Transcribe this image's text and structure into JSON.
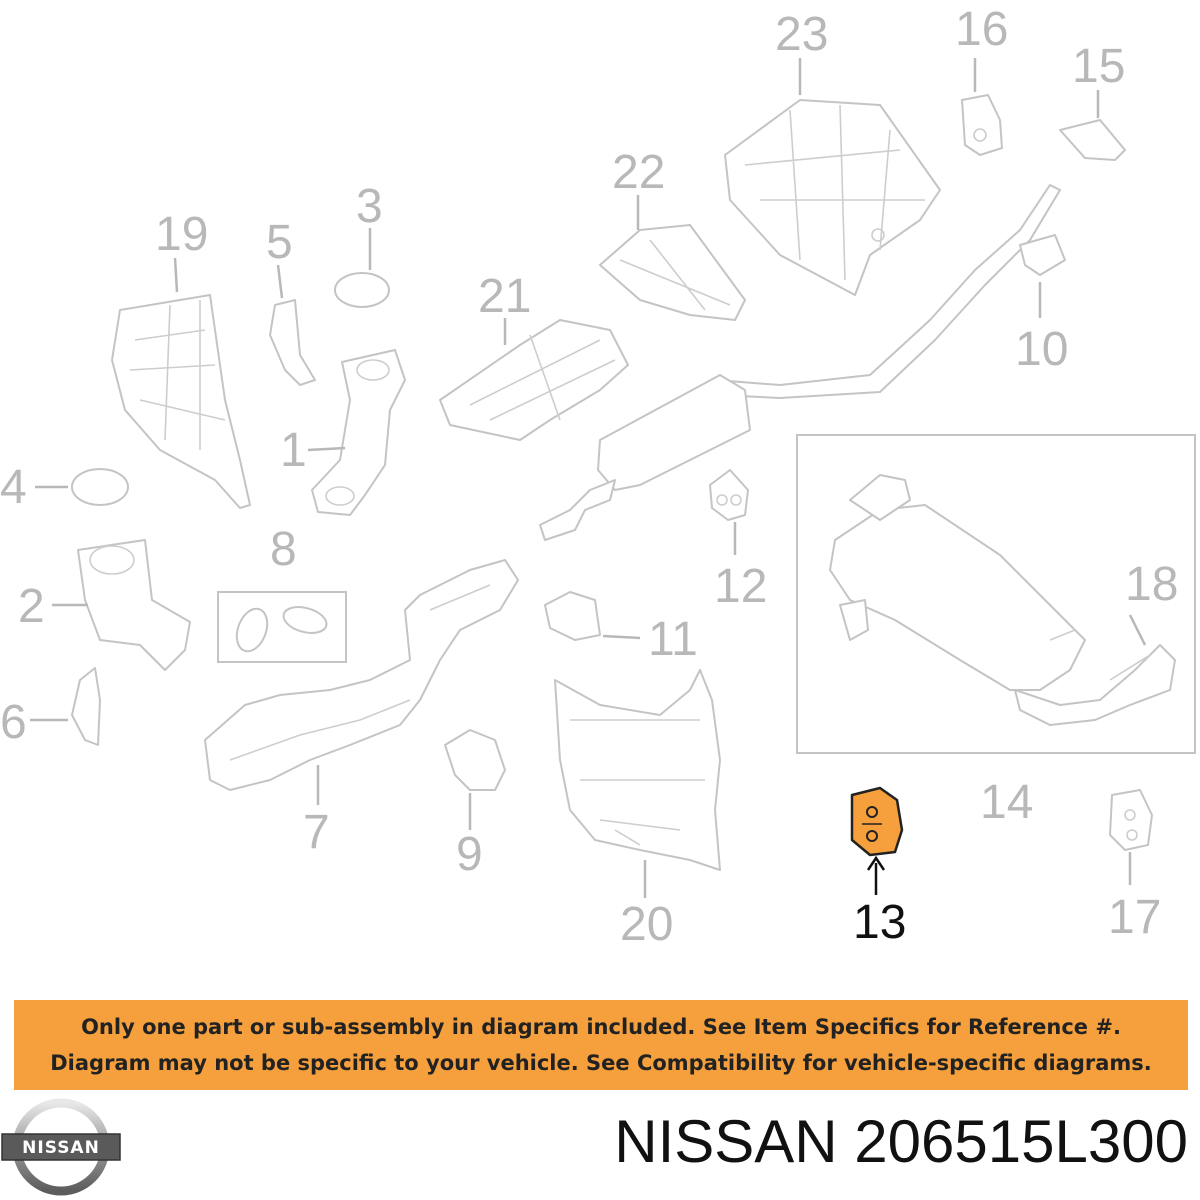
{
  "diagram": {
    "callouts": [
      "1",
      "2",
      "3",
      "4",
      "5",
      "6",
      "7",
      "8",
      "9",
      "10",
      "11",
      "12",
      "13",
      "14",
      "15",
      "16",
      "17",
      "18",
      "19",
      "20",
      "21",
      "22",
      "23"
    ],
    "highlighted_callout": "13"
  },
  "banner": {
    "line1": "Only one part or sub-assembly in diagram included. See Item Specifics for Reference #.",
    "line2": "Diagram may not be specific to your vehicle. See Compatibility for vehicle-specific diagrams."
  },
  "brand": {
    "logo_text": "NISSAN"
  },
  "part_title": "NISSAN 206515L300",
  "colors": {
    "banner": "#f5a03c",
    "highlight_part": "#f5a03c",
    "line_art": "#c4c4c4",
    "callout_text": "#b8b8b8"
  }
}
